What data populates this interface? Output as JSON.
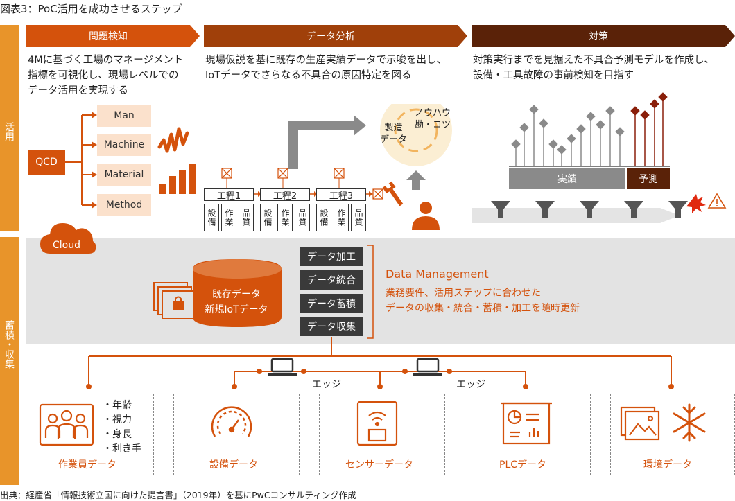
{
  "figure_title": "図表3：PoC活用を成功させるステップ",
  "source": "出典：経産省「情報技術立国に向けた提言書」（2019年）を基にPwCコンサルティング作成",
  "side_labels": {
    "top": "活用",
    "bottom": "蓄積・収集"
  },
  "stages": [
    {
      "label": "問題検知",
      "desc_1": "4Mに基づく工場のマネージメント",
      "desc_2": "指標を可視化し、現場レベルでの",
      "desc_3": "データ活用を実現する"
    },
    {
      "label": "データ分析",
      "desc_1": "現場仮説を基に既存の生産実績データで示唆を出し、",
      "desc_2": "IoTデータでさらなる不具合の原因特定を図る"
    },
    {
      "label": "対策",
      "desc_1": "対策実行までを見据えた不具合予測モデルを作成し、",
      "desc_2": "設備・工具故障の事前検知を目指す"
    }
  ],
  "qcd": "QCD",
  "four_m": [
    "Man",
    "Machine",
    "Material",
    "Method"
  ],
  "processes": [
    "工程1",
    "工程2",
    "工程3"
  ],
  "process_cells": [
    "設備",
    "作業",
    "品質"
  ],
  "insight_circle": {
    "left": "製造\nデータ",
    "right": "ノウハウ\n勘・コツ"
  },
  "prediction_bar": {
    "actual": "実績",
    "forecast": "予測"
  },
  "cloud_label": "Cloud",
  "database": {
    "line_1": "既存データ",
    "line_2": "新規IoTデータ"
  },
  "dm_buttons": [
    "データ加工",
    "データ統合",
    "データ蓄積",
    "データ収集"
  ],
  "data_management": {
    "title": "Data Management",
    "line_1": "業務要件、活用ステップに合わせた",
    "line_2": "データの収集・統合・蓄積・加工を随時更新"
  },
  "edge_label": "エッジ",
  "sources": [
    {
      "label": "作業員データ",
      "bullets": [
        "・年齢",
        "・視力",
        "・身長",
        "・利き手"
      ]
    },
    {
      "label": "設備データ"
    },
    {
      "label": "センサーデータ"
    },
    {
      "label": "PLCデータ"
    },
    {
      "label": "環境データ"
    }
  ],
  "colors": {
    "orange_light": "#e8942a",
    "orange": "#d4520c",
    "brown": "#a0400a",
    "dark_brown": "#5a2208",
    "pale": "#fbe1cc",
    "gray_panel": "#e3e3e3",
    "dark": "#3a3a3a"
  }
}
